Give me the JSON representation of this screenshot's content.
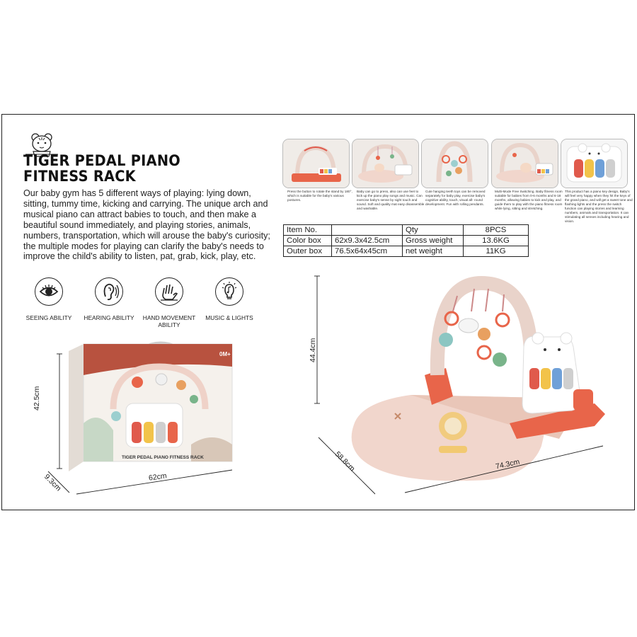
{
  "header": {
    "title_line1": "TIGER PEDAL PIANO",
    "title_line2": "FITNESS RACK"
  },
  "description": "Our baby gym has 5 different ways of playing: lying down, sitting, tummy time, kicking and carrying. The unique arch and musical piano can attract babies to touch, and then make a beautiful sound immediately, and playing stories, animals, numbers, transportation, which will arouse the baby's curiosity; the multiple modes for playing can clarify the baby's needs to improve the child's ability to listen, pat, grab, kick, play, etc.",
  "abilities": [
    {
      "label": "SEEING ABILITY",
      "icon": "eye-icon"
    },
    {
      "label": "HEARING ABILITY",
      "icon": "ear-icon"
    },
    {
      "label": "HAND MOVEMENT ABILITY",
      "icon": "hand-icon"
    },
    {
      "label": "MUSIC & LIGHTS",
      "icon": "music-bulb-icon"
    }
  ],
  "steps": [
    {
      "text": "Press the button to rotate the stand by 180°, which is suitable for the baby's various postures."
    },
    {
      "text": "Baby can go to press, also can use feet to kick up the piano play songs and music. Can exercise baby's sense by sight touch and sound. Soft and quality mat easy disassemble and washable."
    },
    {
      "text": "Cute hanging teeth toys can be removed separately for baby play, exercise baby's cognitive ability, touch, visual all- round development. Fun with rolling pendants."
    },
    {
      "text": "Multi-Mode Free Switching. Baby fitness room suitable for babies from 0-6 months and 6-18 months, allowing babies to kick and play, and guide them to play with the piano fitness room while lying, sitting and stretching."
    },
    {
      "text": "This product has a piano key design, Baby's will feel very happy when they hit the keys of the grand piano, and will get a sweet tone and flashing lights and the press the switch function can playing stories and learning numbers, animals and transportation. It can stimulating all senses including hearing and vision."
    }
  ],
  "specs": {
    "rows": [
      [
        "Item No.",
        "",
        "Qty",
        "8PCS"
      ],
      [
        "Color box",
        "62x9.3x42.5cm",
        "Gross weight",
        "13.6KG"
      ],
      [
        "Outer box",
        "76.5x64x45cm",
        "net weight",
        "11KG"
      ]
    ]
  },
  "box": {
    "age_badge": "0M+",
    "box_title": "TIGER PEDAL PIANO FITNESS RACK",
    "dim_height": "42.5cm",
    "dim_width": "62cm",
    "dim_depth": "9.3cm"
  },
  "product": {
    "dim_height": "44.4cm",
    "dim_depth": "58.8cm",
    "dim_width": "74.3cm"
  },
  "colors": {
    "coral": "#e8654a",
    "arch_pink": "#e8d4cc",
    "mat": "#f1d6cc",
    "key_red": "#e05a4c",
    "key_yellow": "#f2c34a",
    "key_blue": "#6fa0d8",
    "key_grey": "#cfcfcf"
  }
}
